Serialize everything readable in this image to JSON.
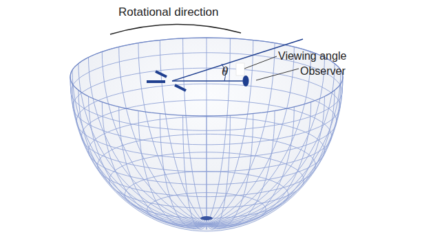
{
  "diagram": {
    "labels": [
      "Rotational direction",
      "Viewing angle",
      "θ",
      "Observer"
    ]
  }
}
